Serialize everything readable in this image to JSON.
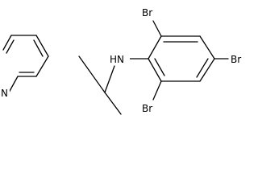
{
  "atoms": {
    "nh": "HN",
    "br_top": "Br",
    "br_right": "Br",
    "br_bottom": "Br",
    "n_pyridine": "N"
  },
  "colors": {
    "line": "#000000",
    "background": "#ffffff"
  }
}
